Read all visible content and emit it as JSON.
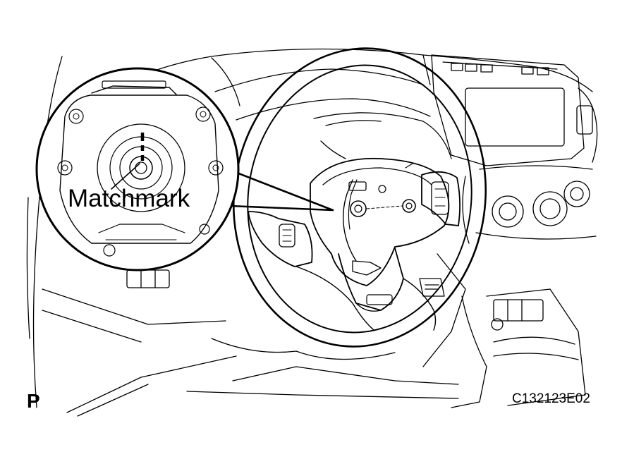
{
  "figure": {
    "callout_label": "Matchmark",
    "view_code": "P",
    "figure_code": "C132123E02"
  },
  "colors": {
    "line": "#000000",
    "background": "#ffffff"
  },
  "icons": {
    "matchmark": "matchmark-icon"
  }
}
